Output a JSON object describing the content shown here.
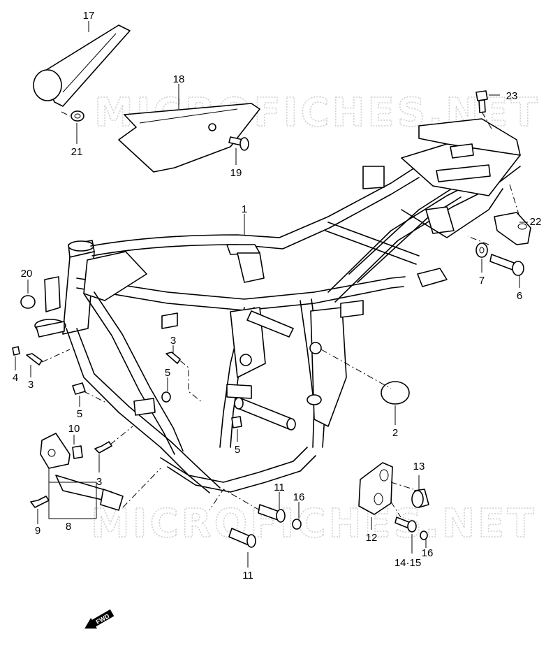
{
  "watermark": {
    "text_top": "MICROFICHES.NET",
    "text_bottom": "MICROFICHES.NET"
  },
  "direction_badge": {
    "label": "FWD"
  },
  "callouts": [
    {
      "id": "c1",
      "label": "1"
    },
    {
      "id": "c2",
      "label": "2"
    },
    {
      "id": "c3a",
      "label": "3"
    },
    {
      "id": "c3b",
      "label": "3"
    },
    {
      "id": "c3c",
      "label": "3"
    },
    {
      "id": "c4",
      "label": "4"
    },
    {
      "id": "c5a",
      "label": "5"
    },
    {
      "id": "c5b",
      "label": "5"
    },
    {
      "id": "c5c",
      "label": "5"
    },
    {
      "id": "c6",
      "label": "6"
    },
    {
      "id": "c7",
      "label": "7"
    },
    {
      "id": "c8",
      "label": "8"
    },
    {
      "id": "c9",
      "label": "9"
    },
    {
      "id": "c10",
      "label": "10"
    },
    {
      "id": "c11a",
      "label": "11"
    },
    {
      "id": "c11b",
      "label": "11"
    },
    {
      "id": "c12",
      "label": "12"
    },
    {
      "id": "c13",
      "label": "13"
    },
    {
      "id": "c14",
      "label": "14·15"
    },
    {
      "id": "c16a",
      "label": "16"
    },
    {
      "id": "c16b",
      "label": "16"
    },
    {
      "id": "c17",
      "label": "17"
    },
    {
      "id": "c18",
      "label": "18"
    },
    {
      "id": "c19",
      "label": "19"
    },
    {
      "id": "c20",
      "label": "20"
    },
    {
      "id": "c21",
      "label": "21"
    },
    {
      "id": "c22",
      "label": "22"
    },
    {
      "id": "c23",
      "label": "23"
    }
  ]
}
